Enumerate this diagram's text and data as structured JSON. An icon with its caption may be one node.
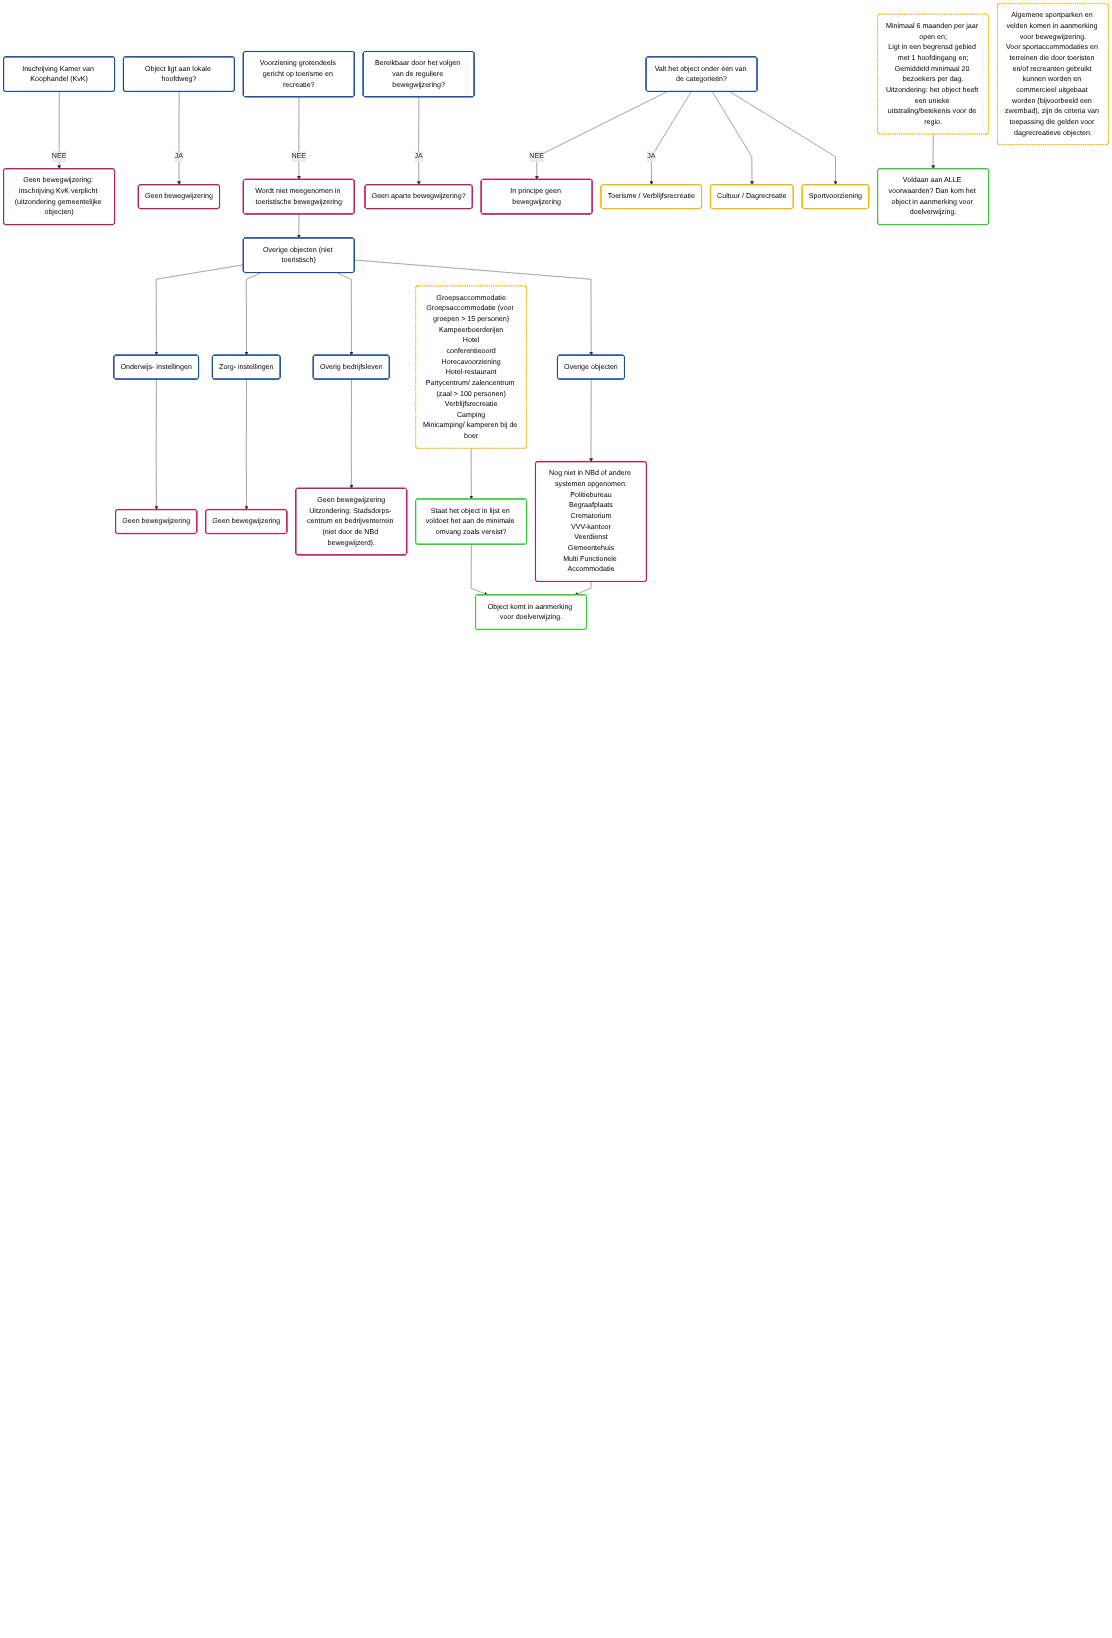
{
  "diagram": {
    "nodes": [
      {
        "text": [
          "Inschrijving Kamer van Koophandel (KvK)"
        ]
      },
      {
        "text": [
          "Geen bewegwijzering: inschrijving KvK verplicht (uitzondering gemeentelijke objecten)"
        ]
      },
      {
        "text": [
          "Object ligt aan lokale hoofdweg?"
        ]
      },
      {
        "text": [
          "Geen bewegwijzering"
        ]
      },
      {
        "text": [
          "Voorziening grotendeels gericht op toerisme en recreatie?"
        ]
      },
      {
        "text": [
          "Wordt niet meegenomen in toeristische bewegwijzering"
        ]
      },
      {
        "text": [
          "Bereikbaar door het volgen van de reguliere bewegwijzering?"
        ]
      },
      {
        "text": [
          "Geen aparte bewegwijzering?"
        ]
      },
      {
        "text": [
          "Valt het object onder één van de categorieën?"
        ]
      },
      {
        "text": [
          "In principe geen bewegwijzering"
        ]
      },
      {
        "text": [
          "Overige objecten (niet toeristisch)"
        ]
      },
      {
        "text": [
          "Toerisme / Verblijfsrecreatie"
        ]
      },
      {
        "text": [
          "Cultuur / Dagrecreatie"
        ]
      },
      {
        "text": [
          "Sportvoorziening"
        ]
      },
      {
        "text": [
          "Groepsaccommodatie",
          "Groepsaccommodatie (voor groepen > 15 personen)",
          "Kampeerboerderijen",
          "Hotel",
          "conferentieoord",
          "Horecavoorziening",
          "Hotel-restaurant",
          "Partycentrum/ zalencentrum (zaal > 100 personen)",
          "Verblijfsrecreatie",
          "Camping",
          "Minicamping/ kamperen bij de boer"
        ]
      },
      {
        "text": [
          "Minimaal 6 maanden per jaar open en;",
          "Ligt in een begrensd gebied met 1 hoofdingang en;",
          "Gemiddeld minimaal 20 bezoekers per dag.",
          "Uitzondering: het object heeft een unieke uitstraling/betekenis voor de regio."
        ]
      },
      {
        "text": [
          "Algemene sportparken en velden komen in aanmerking voor bewegwijzering.",
          "Voor sportaccommodaties en terreinen die door toeristen en/of recreanten gebruikt kunnen worden en commercieel uitgebaat worden (bijvoorbeeld een zwembad), zijn de criteria van toepassing die gelden voor dagrecreatieve objecten."
        ]
      },
      {
        "text": [
          "Voldaan aan ALLE voorwaarden? Dan kom het object in aanmerking voor doelverwijzing."
        ]
      },
      {
        "text": [
          "Onderwijs- instellingen"
        ]
      },
      {
        "text": [
          "Zorg- instellingen"
        ]
      },
      {
        "text": [
          "Overig bedrijfsleven"
        ]
      },
      {
        "text": [
          "Overige objecten"
        ]
      },
      {
        "text": [
          "Geen bewegwijzering"
        ]
      },
      {
        "text": [
          "Geen bewegwijzering"
        ]
      },
      {
        "text": [
          "Geen bewegwijzering",
          "Uitzondering: Stadsdorps- centrum en bedrijventerrein (niet door de NBd bewegwijzerd)."
        ]
      },
      {
        "text": [
          "Nog niet in NBd of andere systemen opgenomen:",
          "Politiebureau",
          "Begraafplaats",
          "Crematorium",
          "VVV-kantoor",
          "Veerdienst",
          "Gemeentehuis",
          "Multi Functionele Accommodatie"
        ]
      },
      {
        "text": [
          "Staat het object in lijst en voldoet het aan de minimale omvang zoals vereist?"
        ]
      },
      {
        "text": [
          "Object komt in aanmerking voor doelverwijzing."
        ]
      }
    ],
    "edges": [
      {
        "from": 0,
        "to": 1,
        "arrow": "to",
        "label": "NEE"
      },
      {
        "from": 2,
        "to": 3,
        "arrow": "to",
        "label": "JA"
      },
      {
        "from": 4,
        "to": 5,
        "arrow": "to",
        "label": "NEE"
      },
      {
        "from": 6,
        "to": 7,
        "arrow": "to",
        "label": "JA"
      },
      {
        "from": 8,
        "to": 9,
        "arrow": "to",
        "label": "NEE"
      },
      {
        "from": 5,
        "to": 10,
        "arrow": "to"
      },
      {
        "from": 8,
        "to": 11,
        "arrow": "to",
        "label": "JA"
      },
      {
        "from": 8,
        "to": 12,
        "arrow": "to"
      },
      {
        "from": 8,
        "to": 13,
        "arrow": "to"
      },
      {
        "from": 15,
        "to": 17,
        "arrow": "to"
      },
      {
        "from": 14,
        "to": 26,
        "arrow": "to"
      },
      {
        "from": 10,
        "to": 18,
        "arrow": "to"
      },
      {
        "from": 10,
        "to": 19,
        "arrow": "to"
      },
      {
        "from": 10,
        "to": 20,
        "arrow": "to"
      },
      {
        "from": 10,
        "to": 21,
        "arrow": "to"
      },
      {
        "from": 18,
        "to": 22,
        "arrow": "to"
      },
      {
        "from": 19,
        "to": 23,
        "arrow": "to"
      },
      {
        "from": 20,
        "to": 24,
        "arrow": "to"
      },
      {
        "from": 21,
        "to": 25,
        "arrow": "to"
      },
      {
        "from": 26,
        "to": 27,
        "arrow": "to"
      },
      {
        "from": 25,
        "to": 27,
        "arrow": "to"
      }
    ]
  }
}
